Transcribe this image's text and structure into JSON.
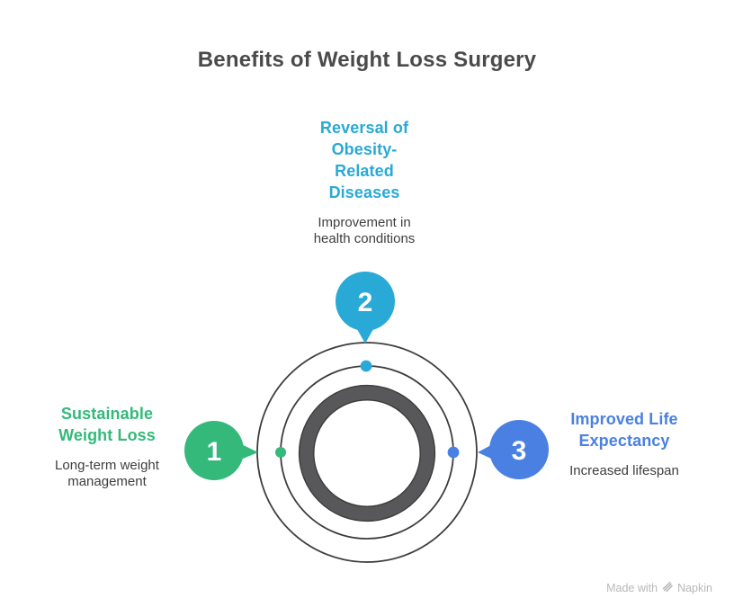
{
  "title": "Benefits of Weight Loss Surgery",
  "items": [
    {
      "number": "1",
      "position": "left",
      "heading": "Sustainable Weight Loss",
      "heading_lines": [
        "Sustainable",
        "Weight Loss"
      ],
      "description": "Long-term weight management",
      "description_lines": [
        "Long-term weight",
        "management"
      ],
      "color": "#34b97b"
    },
    {
      "number": "2",
      "position": "top",
      "heading": "Reversal of Obesity-Related Diseases",
      "heading_lines": [
        "Reversal of",
        "Obesity-",
        "Related",
        "Diseases"
      ],
      "description": "Improvement in health conditions",
      "description_lines": [
        "Improvement in",
        "health conditions"
      ],
      "color": "#29a9d6"
    },
    {
      "number": "3",
      "position": "right",
      "heading": "Improved Life Expectancy",
      "heading_lines": [
        "Improved Life",
        "Expectancy"
      ],
      "description": "Increased lifespan",
      "description_lines": [
        "Increased lifespan"
      ],
      "color": "#4a80e2"
    }
  ],
  "colors": {
    "green": "#34b97b",
    "cyan": "#29a9d6",
    "blue": "#4a80e2",
    "ring_gray": "#58585a",
    "ring_edge": "#3b3b3b",
    "orbit_stroke": "#3d3d3d",
    "title_text": "#4a4a4a",
    "body_text": "#3e3e3e",
    "number_text": "#ffffff",
    "credit_text": "#b8b8b8"
  },
  "credit": {
    "prefix": "Made with",
    "brand": "Napkin",
    "icon": "napkin-quill-icon"
  }
}
